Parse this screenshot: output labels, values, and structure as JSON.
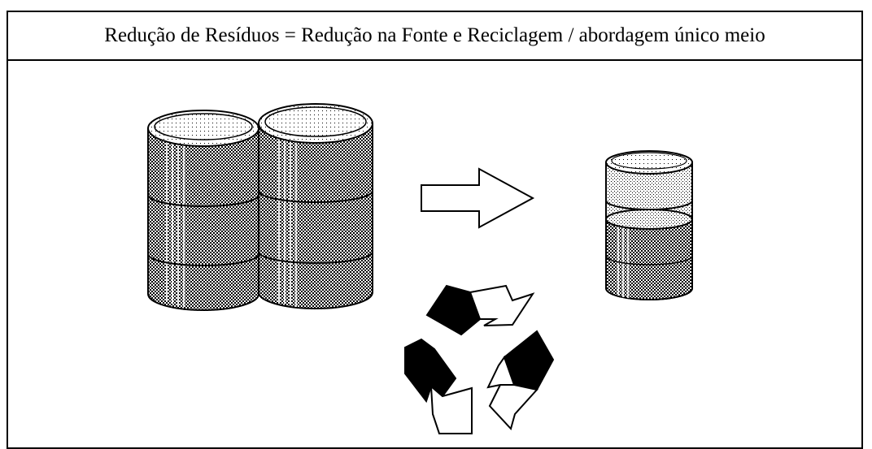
{
  "diagram": {
    "title": "Redução de Resíduos = Redução na Fonte e Reciclagem / abordagem único meio",
    "elements": {
      "large_drums": {
        "count": 2,
        "icon": "drum-icon",
        "fill": "dense-dot-pattern"
      },
      "arrow": {
        "icon": "right-arrow-icon"
      },
      "small_container": {
        "icon": "small-drum-icon",
        "fill_level": 0.55
      },
      "recycle": {
        "icon": "recycle-icon"
      }
    },
    "colors": {
      "line": "#000000",
      "background": "#ffffff",
      "drum_fill": "#6e6e6e"
    }
  }
}
